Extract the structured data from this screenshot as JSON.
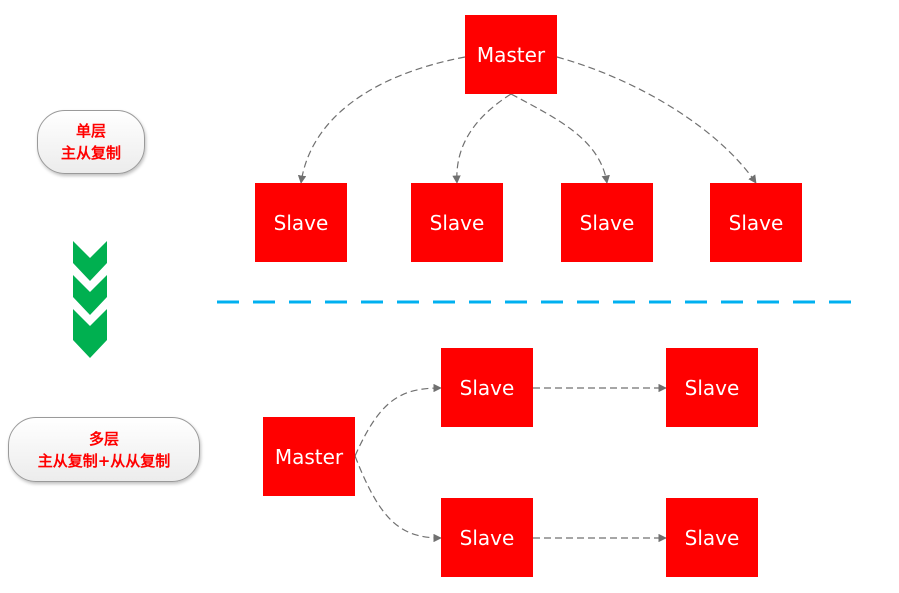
{
  "single_layer": {
    "label_line1": "单层",
    "label_line2": "主从复制",
    "master": "Master",
    "slaves": [
      "Slave",
      "Slave",
      "Slave",
      "Slave"
    ]
  },
  "multi_layer": {
    "label_line1": "多层",
    "label_line2": "主从复制+从从复制",
    "master": "Master",
    "slaves": [
      "Slave",
      "Slave",
      "Slave",
      "Slave"
    ]
  },
  "colors": {
    "node_fill": "#ff0000",
    "node_text": "#ffffff",
    "label_text": "#ff0000",
    "connector": "#707070",
    "separator": "#00b0f0",
    "chevron": "#00b050"
  }
}
